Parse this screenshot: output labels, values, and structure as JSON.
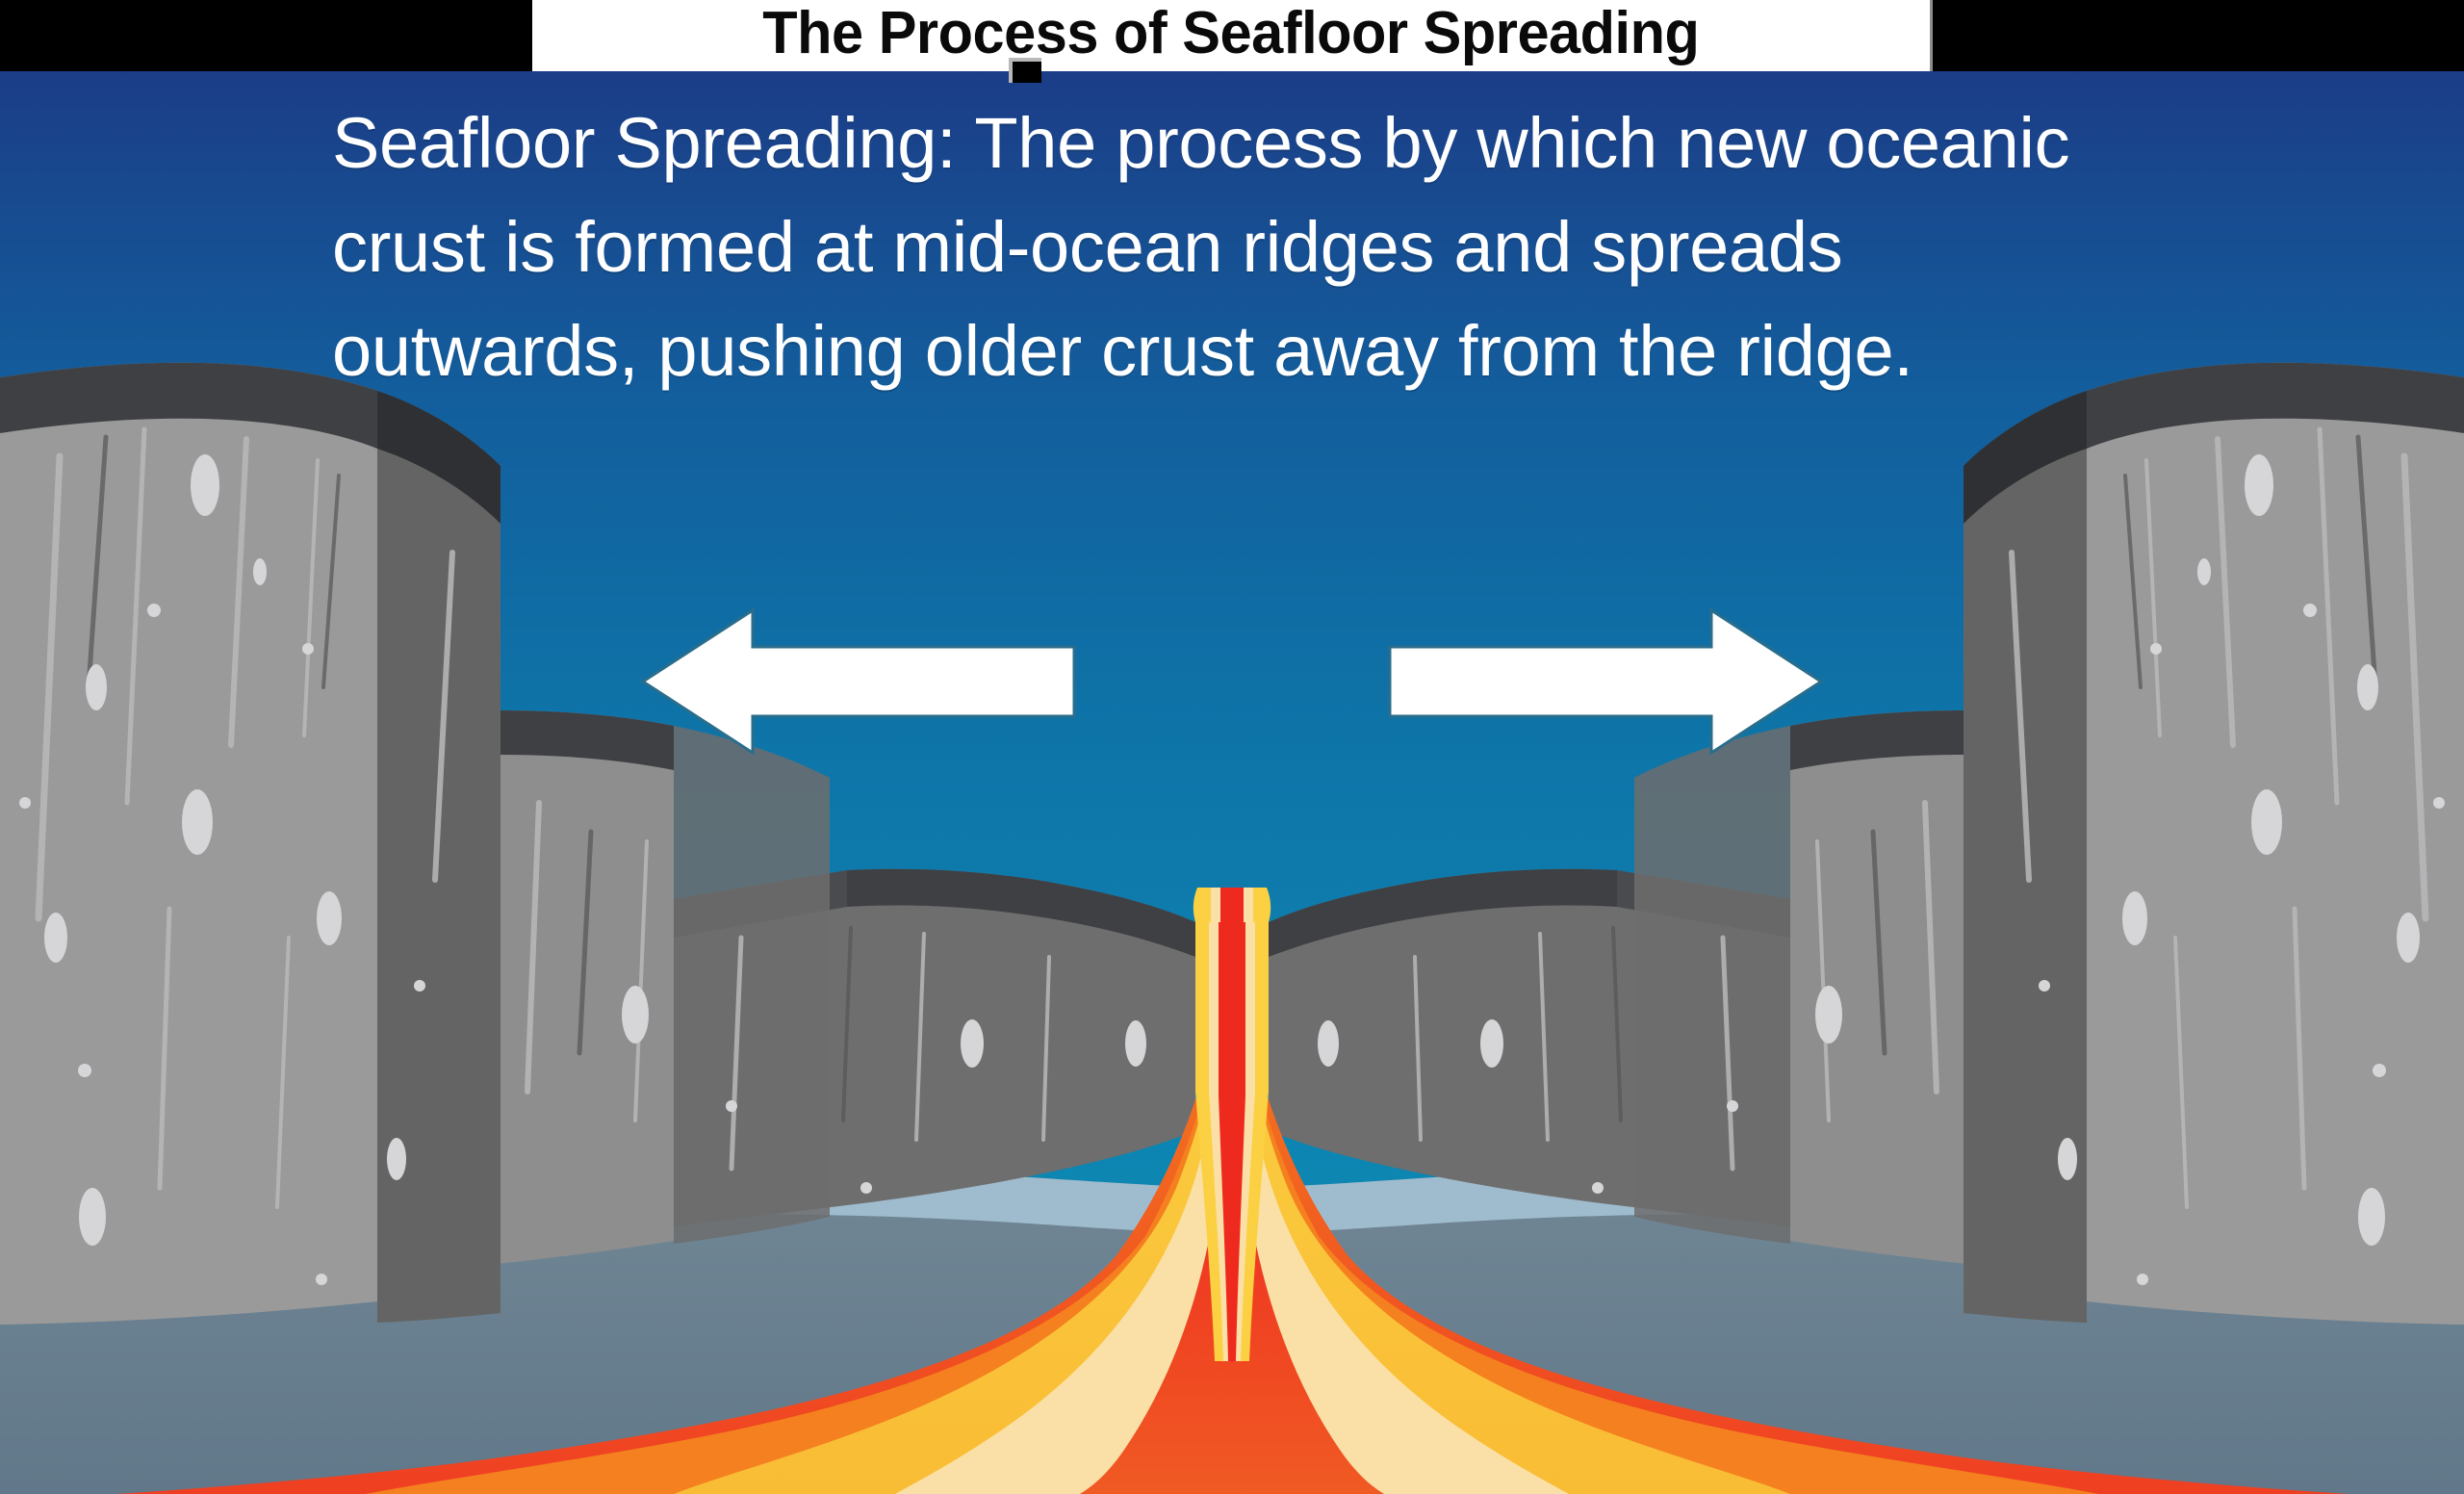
{
  "title": {
    "text": "The Process of Seafloor Spreading",
    "bar_color": "#000000",
    "box_color": "#ffffff",
    "text_color": "#0a0a0a"
  },
  "description": {
    "full_text": "Seafloor Spreading: The process by which new oceanic crust is formed at mid-ocean ridges and spreads outwards, pushing older crust away from the ridge.",
    "line1": "Seafloor Spreading: The process by which new oceanic",
    "line2": "crust is formed at mid-ocean ridges and spreads",
    "line3": "outwards, pushing older crust away from the ridge.",
    "text_color": "#ffffff"
  },
  "diagram": {
    "name": "seafloor-spreading-cross-section",
    "arrows": {
      "left": {
        "name": "left-spreading-arrow",
        "direction": "left",
        "color": "#ffffff"
      },
      "right": {
        "name": "right-spreading-arrow",
        "direction": "right",
        "color": "#ffffff"
      }
    },
    "labels": {
      "ocean": "ocean-water",
      "cliffs_left": "left-oceanic-crust-cliffs",
      "cliffs_right": "right-oceanic-crust-cliffs",
      "ridge": "mid-ocean-ridge",
      "magma": "rising-magma-plume",
      "mantle": "upper-mantle"
    }
  },
  "colors": {
    "ocean_top": "#1b3d87",
    "ocean_mid": "#0e74a8",
    "ocean_bottom": "#0e8ab5",
    "rock_light": "#9c9c9c",
    "rock_mid": "#8a8a8a",
    "rock_dark": "#5b5b5b",
    "rock_darkest": "#3f4044",
    "rock_speckle": "#d6d6d8",
    "mantle_band": "#9fbcce",
    "mantle_body": "#6e8492",
    "mantle_deep": "#63798a",
    "magma_red": "#ef2b20",
    "magma_orange": "#f4871f",
    "magma_yellow": "#fbd042",
    "magma_cream": "#fae0a6",
    "magma_pale": "#f7d97c"
  }
}
